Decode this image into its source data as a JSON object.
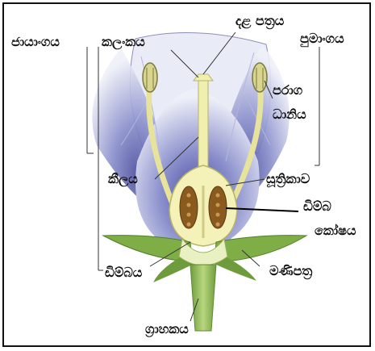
{
  "diagram": {
    "labels": {
      "petal": "දළ පත්‍රය",
      "gynoecium": "ජායාංගය",
      "calyx_label": "කලංකය",
      "androecium": "පුමාංගය",
      "anther_line1": "පරාග",
      "anther_line2": "ධානිය",
      "style": "කීලය",
      "filament": "සූත්‍රිකාව",
      "ovule_line1": "ඩිම්බ",
      "ovule_line2": "කෝෂය",
      "ovary": "ඩිම්බය",
      "sepal": "මණිපත්‍ර",
      "receptacle": "ග්‍රාහකය"
    },
    "colors": {
      "petal_light": "#eef0f8",
      "petal_shade": "#7f84c4",
      "petal_deep": "#3d3f8c",
      "pistil": "#f1efae",
      "green": "#7fae47",
      "green_dark": "#4f7f2a",
      "ovule": "#8a5a1e",
      "frame": "#111111"
    }
  }
}
